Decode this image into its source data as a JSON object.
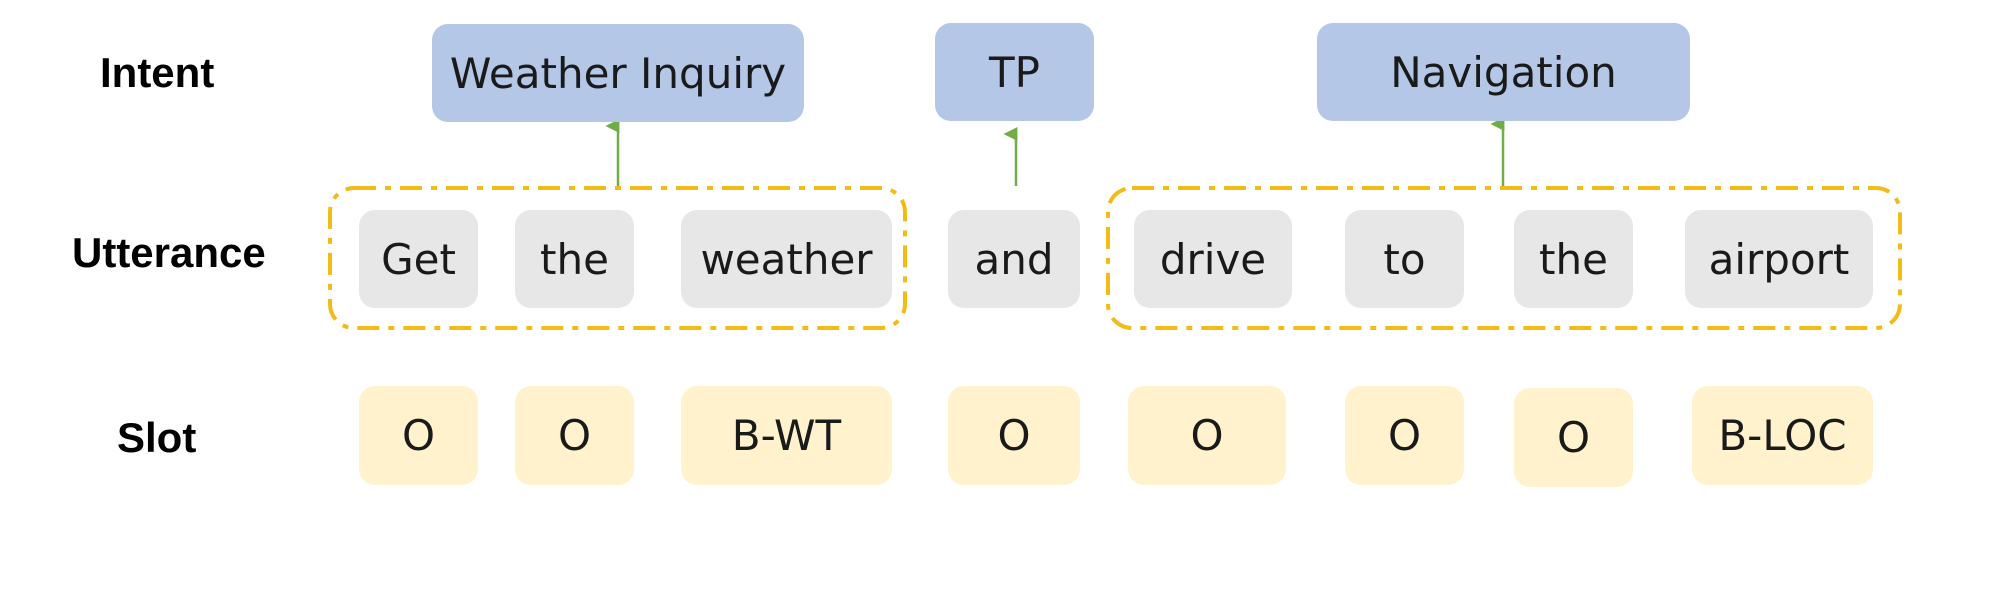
{
  "row_labels": {
    "intent": "Intent",
    "utterance": "Utterance",
    "slot": "Slot"
  },
  "intents": [
    "Weather Inquiry",
    "TP",
    "Navigation"
  ],
  "tokens": [
    "Get",
    "the",
    "weather",
    "and",
    "drive",
    "to",
    "the",
    "airport"
  ],
  "slots": [
    "O",
    "O",
    "B-WT",
    "O",
    "O",
    "O",
    "O",
    "B-LOC"
  ],
  "colors": {
    "intent_fill": "#b4c7e7",
    "token_fill": "#e7e7e7",
    "slot_fill": "#fff2cc",
    "group_border": "#f2bb16",
    "arrow": "#70ad47"
  }
}
